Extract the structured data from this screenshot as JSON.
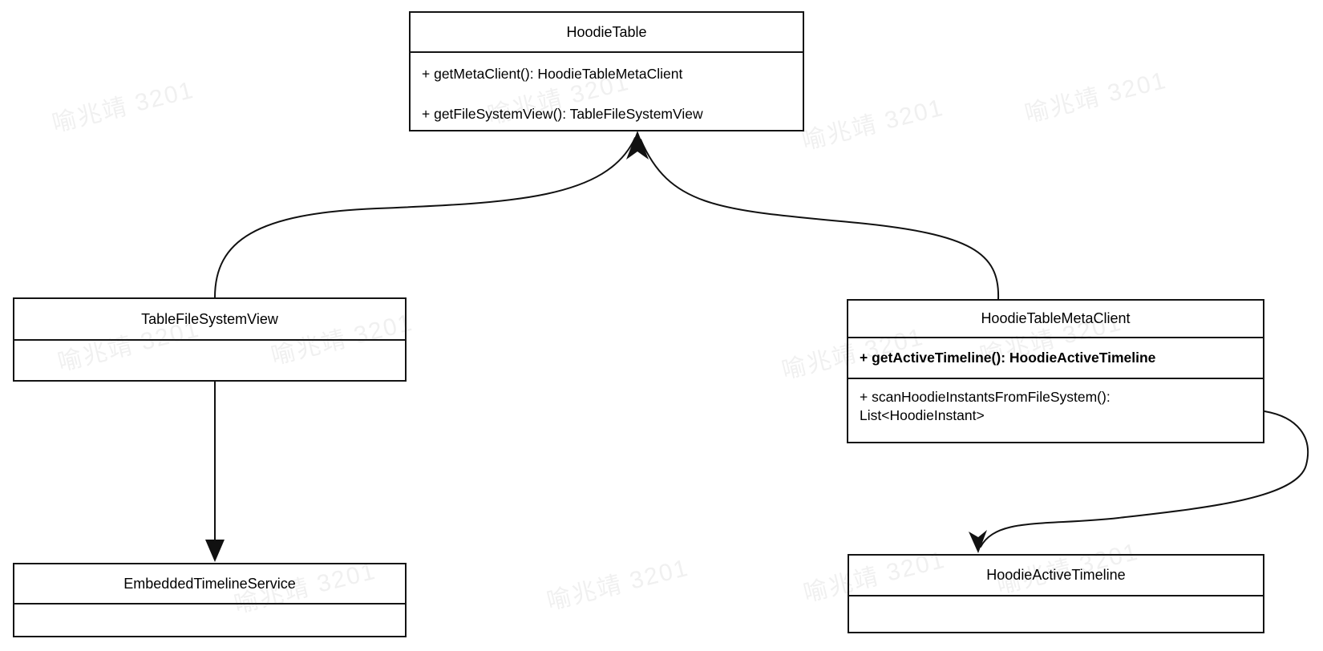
{
  "diagram": {
    "title_hint": "UML class diagram of Hudi table components",
    "watermark": {
      "text": "喻兆靖 3201"
    },
    "classes": [
      {
        "name": "HoodieTable",
        "methods": [
          {
            "lines": [
              "+ getMetaClient(): HoodieTableMetaClient"
            ],
            "bold": false
          },
          {
            "lines": [
              "+ getFileSystemView(): TableFileSystemView"
            ],
            "bold": false
          }
        ]
      },
      {
        "name": "TableFileSystemView",
        "methods": []
      },
      {
        "name": "HoodieTableMetaClient",
        "methods": [
          {
            "lines": [
              "+ getActiveTimeline(): HoodieActiveTimeline"
            ],
            "bold": true
          },
          {
            "lines": [
              "+ scanHoodieInstantsFromFileSystem():",
              "List<HoodieInstant>"
            ],
            "bold": false
          }
        ]
      },
      {
        "name": "EmbeddedTimelineService",
        "methods": []
      },
      {
        "name": "HoodieActiveTimeline",
        "methods": []
      }
    ],
    "relations": [
      {
        "from": "TableFileSystemView",
        "to": "HoodieTable"
      },
      {
        "from": "HoodieTableMetaClient",
        "to": "HoodieTable"
      },
      {
        "from": "TableFileSystemView",
        "to": "EmbeddedTimelineService"
      },
      {
        "from": "HoodieTableMetaClient",
        "to": "HoodieActiveTimeline"
      }
    ],
    "colors": {
      "stroke": "#111111",
      "background": "#ffffff",
      "watermark": "#ebebeb"
    }
  }
}
